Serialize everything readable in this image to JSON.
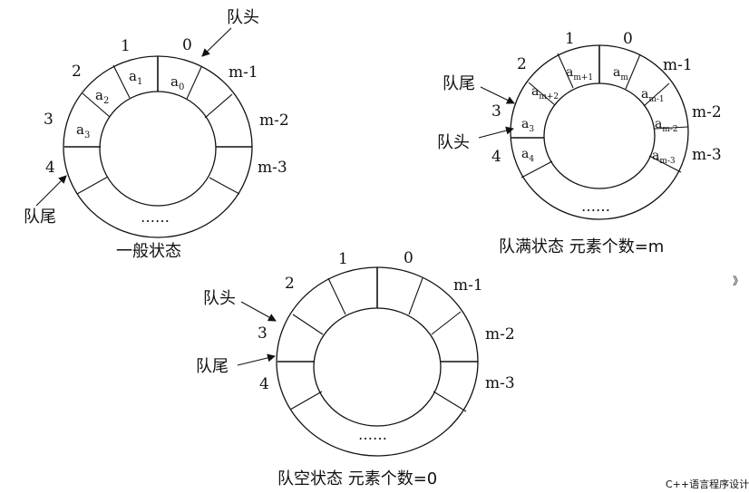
{
  "diagrams": {
    "general": {
      "caption": "一般状态",
      "head_label": "队头",
      "tail_label": "队尾",
      "indices": [
        "1",
        "0",
        "2",
        "3",
        "4",
        "m-1",
        "m-2",
        "m-3"
      ],
      "cells": [
        {
          "base": "a",
          "sub": "0"
        },
        {
          "base": "a",
          "sub": "1"
        },
        {
          "base": "a",
          "sub": "2"
        },
        {
          "base": "a",
          "sub": "3"
        }
      ],
      "ellipsis": "……"
    },
    "full": {
      "caption": "队满状态   元素个数=m",
      "head_label": "队头",
      "tail_label": "队尾",
      "indices": [
        "1",
        "0",
        "2",
        "3",
        "4",
        "m-1",
        "m-2",
        "m-3"
      ],
      "cells": [
        {
          "base": "a",
          "sub": "m"
        },
        {
          "base": "a",
          "sub": "m+1"
        },
        {
          "base": "a",
          "sub": "m+2"
        },
        {
          "base": "a",
          "sub": "3"
        },
        {
          "base": "a",
          "sub": "4"
        },
        {
          "base": "a",
          "sub": "m-1"
        },
        {
          "base": "a",
          "sub": "m-2"
        },
        {
          "base": "a",
          "sub": "m-3"
        }
      ],
      "ellipsis": "……"
    },
    "empty": {
      "caption": "队空状态   元素个数=0",
      "head_label": "队头",
      "tail_label": "队尾",
      "indices": [
        "1",
        "0",
        "2",
        "3",
        "4",
        "m-1",
        "m-2",
        "m-3"
      ],
      "ellipsis": "……"
    }
  },
  "watermark": "C++语言程序设计",
  "side_mark": "》"
}
